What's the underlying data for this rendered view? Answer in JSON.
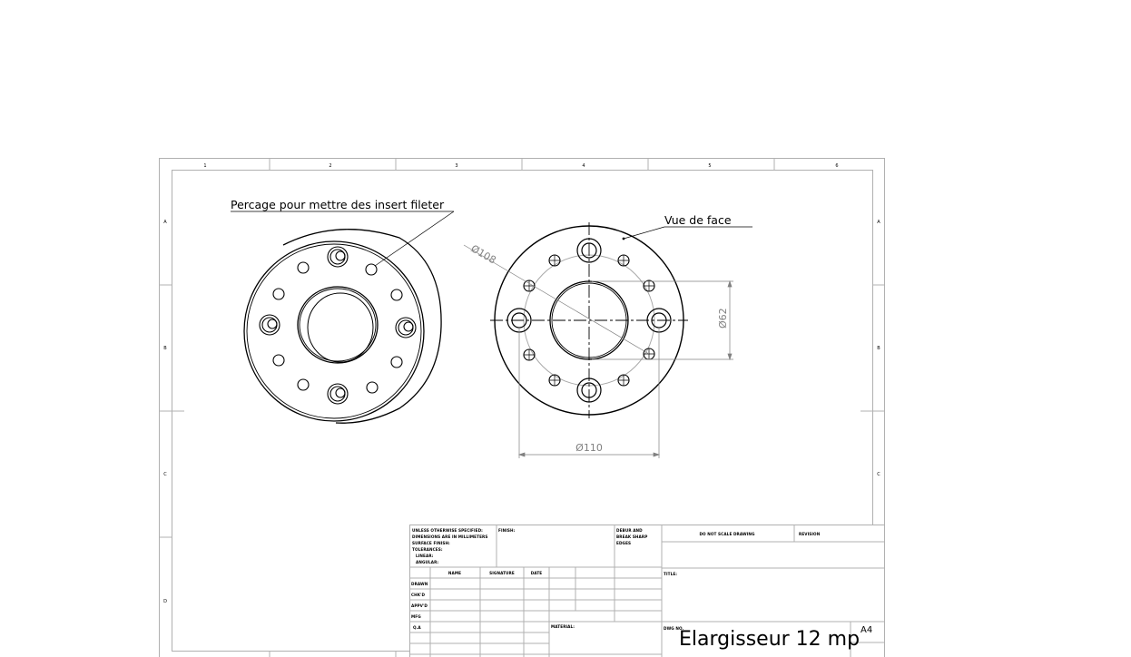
{
  "sheet": {
    "size": "A4",
    "border_color": "#b0b0b0",
    "line_color": "#000000",
    "dim_color": "#808080",
    "zones_top": [
      "1",
      "2",
      "3",
      "4",
      "5",
      "6"
    ],
    "zones_side": [
      "A",
      "B",
      "C",
      "D"
    ]
  },
  "views": {
    "isometric": {
      "note": "Percage pour mettre des insert fileter"
    },
    "front": {
      "note": "Vue de face",
      "dimensions": {
        "bolt_circle": "Ø108",
        "center_bore": "Ø62",
        "outer_bolt": "Ø110"
      }
    }
  },
  "title_block": {
    "tolerance_notes": [
      "UNLESS OTHERWISE SPECIFIED:",
      "DIMENSIONS ARE IN MILLIMETERS",
      "SURFACE FINISH:",
      "TOLERANCES:",
      "  LINEAR:",
      "  ANGULAR:"
    ],
    "finish_label": "FINISH:",
    "deburr_note": [
      "DEBUR AND",
      "BREAK SHARP",
      "EDGES"
    ],
    "do_not_scale": "DO NOT SCALE DRAWING",
    "revision_label": "REVISION",
    "title_label": "TITLE:",
    "columns": [
      "NAME",
      "SIGNATURE",
      "DATE"
    ],
    "rows": [
      "DRAWN",
      "CHK'D",
      "APPV'D",
      "MFG",
      "Q.A"
    ],
    "material_label": "MATERIAL:",
    "dwg_no_label": "DWG NO.",
    "drawing_title": "Elargisseur 12 mp",
    "sheet_size": "A4"
  }
}
